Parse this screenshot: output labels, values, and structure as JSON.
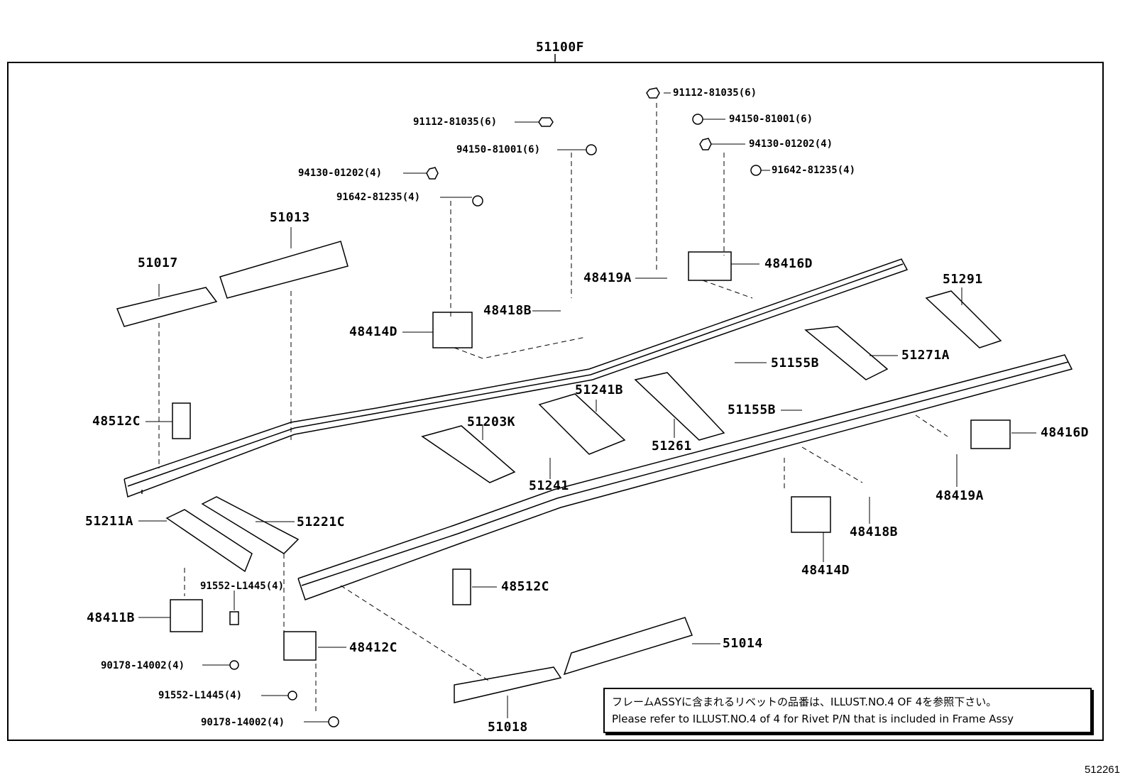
{
  "diagram": {
    "assembly_label": "51100F",
    "image_id": "512261",
    "note": {
      "line_jp": "フレームASSYに含まれるリベットの品番は、ILLUST.NO.4 OF 4を参照下さい。",
      "line_en": "Please refer to ILLUST.NO.4 of 4 for Rivet P/N that is included in Frame Assy"
    },
    "parts": [
      {
        "id": "51017",
        "label": "51017"
      },
      {
        "id": "51013",
        "label": "51013"
      },
      {
        "id": "48512C-left",
        "label": "48512C"
      },
      {
        "id": "48414D-left",
        "label": "48414D"
      },
      {
        "id": "48418B-left",
        "label": "48418B"
      },
      {
        "id": "48419A-left",
        "label": "48419A"
      },
      {
        "id": "48416D-left",
        "label": "48416D"
      },
      {
        "id": "51291",
        "label": "51291"
      },
      {
        "id": "51271A",
        "label": "51271A"
      },
      {
        "id": "51155B-top",
        "label": "51155B"
      },
      {
        "id": "51155B-mid",
        "label": "51155B"
      },
      {
        "id": "51241B",
        "label": "51241B"
      },
      {
        "id": "51203K",
        "label": "51203K"
      },
      {
        "id": "51261",
        "label": "51261"
      },
      {
        "id": "51241",
        "label": "51241"
      },
      {
        "id": "48416D-right",
        "label": "48416D"
      },
      {
        "id": "48419A-right",
        "label": "48419A"
      },
      {
        "id": "48418B-right",
        "label": "48418B"
      },
      {
        "id": "48414D-right",
        "label": "48414D"
      },
      {
        "id": "51211A",
        "label": "51211A"
      },
      {
        "id": "51221C",
        "label": "51221C"
      },
      {
        "id": "48512C-right",
        "label": "48512C"
      },
      {
        "id": "48411B",
        "label": "48411B"
      },
      {
        "id": "48412C",
        "label": "48412C"
      },
      {
        "id": "51014",
        "label": "51014"
      },
      {
        "id": "51018",
        "label": "51018"
      }
    ],
    "fasteners": [
      {
        "id": "bolt-a-left",
        "label": "91112-81035(6)"
      },
      {
        "id": "nut-a-left",
        "label": "94150-81001(6)"
      },
      {
        "id": "nut-b-left",
        "label": "94130-01202(4)"
      },
      {
        "id": "bolt-b-left",
        "label": "91642-81235(4)"
      },
      {
        "id": "bolt-a-right",
        "label": "91112-81035(6)"
      },
      {
        "id": "nut-a-right",
        "label": "94150-81001(6)"
      },
      {
        "id": "nut-b-right",
        "label": "94130-01202(4)"
      },
      {
        "id": "bolt-b-right",
        "label": "91642-81235(4)"
      },
      {
        "id": "bolt-c-upper",
        "label": "91552-L1445(4)"
      },
      {
        "id": "nut-c-upper",
        "label": "90178-14002(4)"
      },
      {
        "id": "bolt-c-lower",
        "label": "91552-L1445(4)"
      },
      {
        "id": "nut-c-lower",
        "label": "90178-14002(4)"
      }
    ]
  }
}
